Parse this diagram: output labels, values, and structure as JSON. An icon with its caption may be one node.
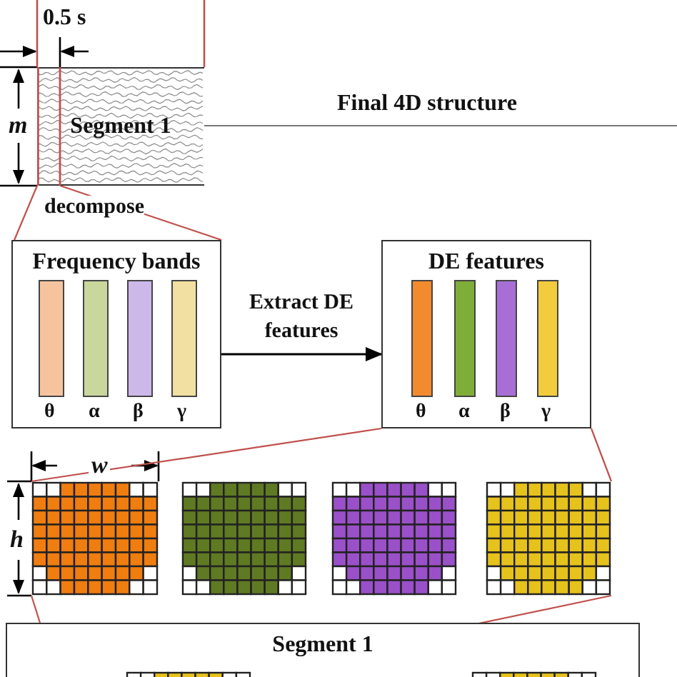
{
  "diagram": {
    "nodes": [
      {
        "text": [
          "Segment 1"
        ]
      },
      {
        "text": [
          "Frequency bands"
        ]
      },
      {
        "text": [],
        "shape": "bar",
        "in": 1
      },
      {
        "text": [],
        "shape": "bar",
        "in": 1
      },
      {
        "text": [],
        "shape": "bar",
        "in": 1
      },
      {
        "text": [],
        "shape": "bar",
        "in": 1
      },
      {
        "text": [
          "DE features"
        ]
      },
      {
        "text": [],
        "shape": "bar",
        "in": 6
      },
      {
        "text": [],
        "shape": "bar",
        "in": 6
      },
      {
        "text": [],
        "shape": "bar",
        "in": 6
      },
      {
        "text": [],
        "shape": "bar",
        "in": 6
      },
      {
        "text": [],
        "shape": "grid"
      },
      {
        "text": [],
        "shape": "grid"
      },
      {
        "text": [],
        "shape": "grid"
      },
      {
        "text": [],
        "shape": "grid"
      },
      {
        "text": [
          "Segment 1"
        ]
      },
      {
        "text": [],
        "shape": "grid",
        "in": 15
      },
      {
        "text": [],
        "shape": "grid",
        "in": 15
      }
    ],
    "edges": [
      {
        "from": 0,
        "to": 1,
        "arrow": "none",
        "label": "decompose"
      },
      {
        "from": 0,
        "to": 1,
        "arrow": "none"
      },
      {
        "from": 1,
        "to": 6,
        "arrow": "to",
        "label": "Extract DE features",
        "color": "#000000"
      },
      {
        "from": 6,
        "to": 11,
        "arrow": "none"
      },
      {
        "from": 6,
        "to": 14,
        "arrow": "none"
      },
      {
        "from": 11,
        "to": 15,
        "arrow": "none"
      },
      {
        "from": 14,
        "to": 16,
        "arrow": "none"
      }
    ],
    "labels": [
      "0.5 s",
      "m",
      "Final 4D structure",
      "θ",
      "α",
      "β",
      "γ",
      "θ",
      "α",
      "β",
      "γ",
      "w",
      "h"
    ]
  }
}
